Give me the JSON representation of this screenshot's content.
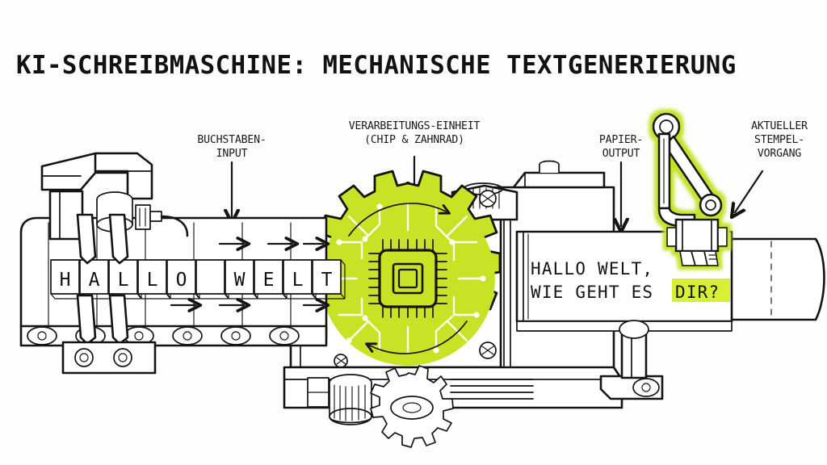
{
  "page": {
    "title": "KI-SCHREIBMASCHINE: MECHANISCHE TEXTGENERIERUNG",
    "background_color": "#fdfdfb",
    "ink_color": "#141414",
    "accent_color": "#c8e326",
    "accent_bright_color": "#d8f034",
    "accent_glow_color": "#c4e22a"
  },
  "annotations": [
    {
      "id": "input",
      "text": "BUCHSTABEN-\nINPUT",
      "arrow": "down"
    },
    {
      "id": "proc",
      "text": "VERARBEITUNGS-EINHEIT\n(CHIP & ZAHNRAD)",
      "arrow": "down"
    },
    {
      "id": "paper",
      "text": "PAPIER-\nOUTPUT",
      "arrow": "down"
    },
    {
      "id": "stamp",
      "text": "AKTUELLER\nSTEMPEL-\nVORGANG",
      "arrow": "down-left"
    }
  ],
  "input_belt": {
    "keys": [
      "H",
      "A",
      "L",
      "L",
      "O",
      "",
      "W",
      "E",
      "L",
      "T"
    ],
    "direction_arrow": "→",
    "arrow_count_top": 3,
    "arrow_count_bottom": 3
  },
  "processing_unit": {
    "gear_teeth": 20,
    "chip_label": "cpu-chip",
    "rotation_arrows": 2
  },
  "paper_output": {
    "lines": [
      {
        "text": "HALLO WELT,",
        "highlight": null
      },
      {
        "text": "WIE GEHT ES ",
        "highlight": "DIR?"
      }
    ],
    "perforation": "dashed"
  },
  "stamp_arm": {
    "state": "striking",
    "glow": true
  }
}
